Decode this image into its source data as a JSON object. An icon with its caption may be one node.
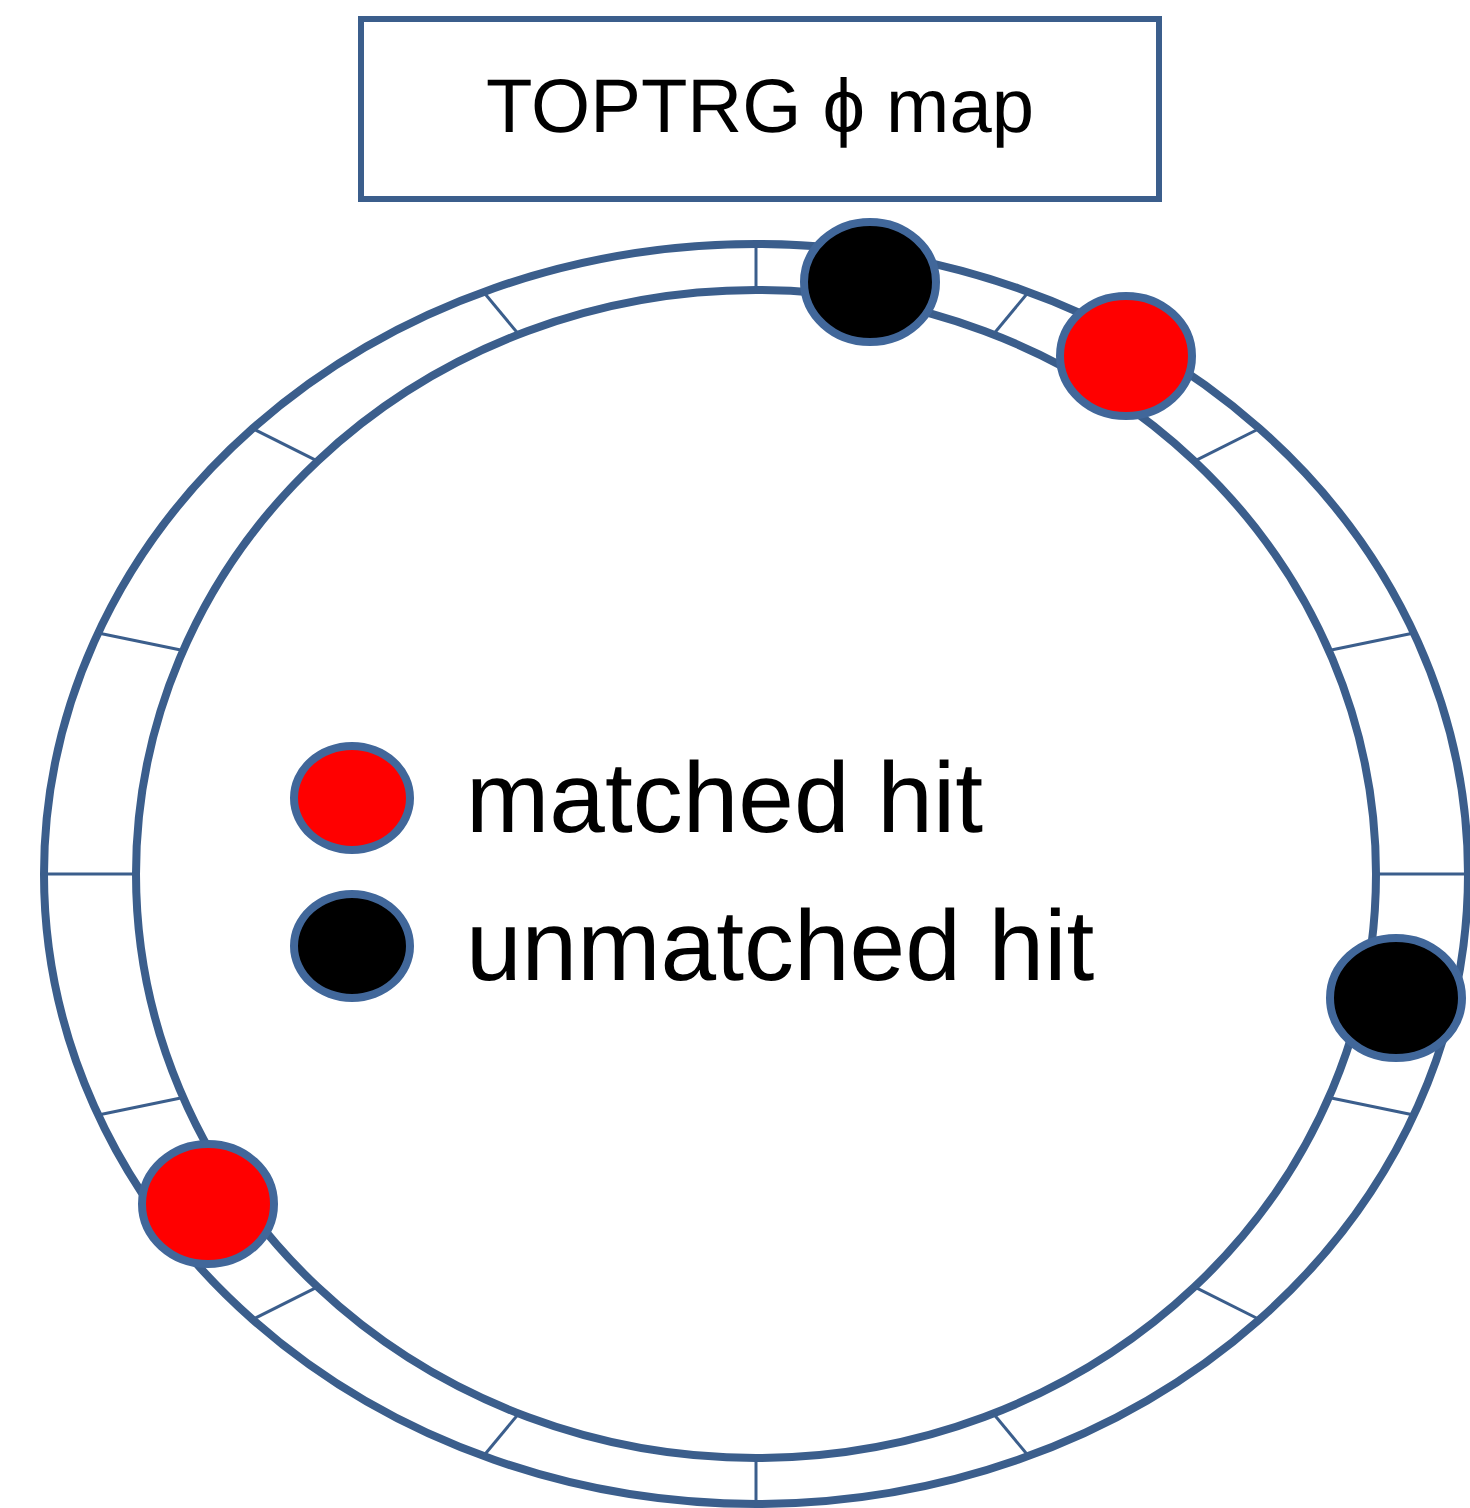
{
  "diagram": {
    "nodes": [
      {
        "text": [
          "TOPTRG ϕ map"
        ]
      }
    ],
    "edges": [],
    "legend": [
      {
        "text": "matched hit",
        "color": "#ff0000"
      },
      {
        "text": "unmatched hit",
        "color": "#000000"
      }
    ]
  }
}
